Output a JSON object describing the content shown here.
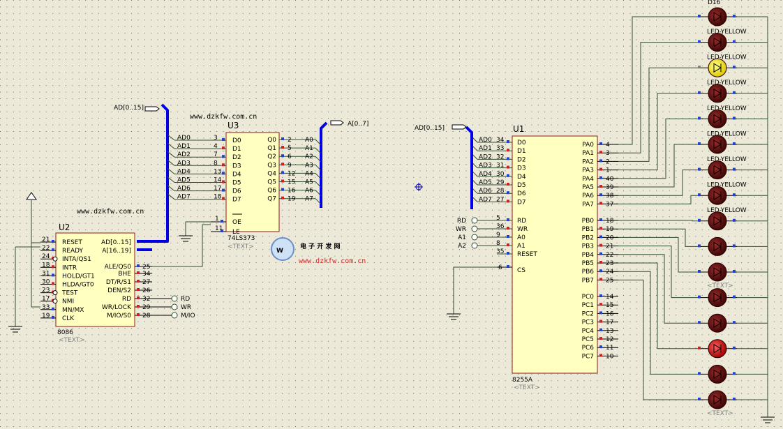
{
  "watermarks": {
    "top": "www.dzkfw.com.cn",
    "left": "www.dzkfw.com.cn",
    "center_cn": "电 子 开 发 网",
    "center_url": "www.dzkfw.com.cn"
  },
  "buses": {
    "ad_left": "AD[0..15]",
    "a_out": "A[0..7]",
    "ad_right": "AD[0..15]"
  },
  "u3": {
    "ref": "U3",
    "part": "74LS373",
    "text": "<TEXT>",
    "left_pins": [
      {
        "net": "AD0",
        "num": "3",
        "name": "D0"
      },
      {
        "net": "AD1",
        "num": "4",
        "name": "D1"
      },
      {
        "net": "AD2",
        "num": "7",
        "name": "D2"
      },
      {
        "net": "AD3",
        "num": "8",
        "name": "D3"
      },
      {
        "net": "AD4",
        "num": "13",
        "name": "D4"
      },
      {
        "net": "AD5",
        "num": "14",
        "name": "D5"
      },
      {
        "net": "AD6",
        "num": "17",
        "name": "D6"
      },
      {
        "net": "AD7",
        "num": "18",
        "name": "D7"
      }
    ],
    "right_pins": [
      {
        "net": "A0",
        "num": "2",
        "name": "Q0"
      },
      {
        "net": "A1",
        "num": "5",
        "name": "Q1"
      },
      {
        "net": "A2",
        "num": "6",
        "name": "Q2"
      },
      {
        "net": "A3",
        "num": "9",
        "name": "Q3"
      },
      {
        "net": "A4",
        "num": "12",
        "name": "Q4"
      },
      {
        "net": "A5",
        "num": "15",
        "name": "Q5"
      },
      {
        "net": "A6",
        "num": "16",
        "name": "Q6"
      },
      {
        "net": "A7",
        "num": "19",
        "name": "Q7"
      }
    ],
    "oe": {
      "num": "1",
      "name": "OE"
    },
    "le": {
      "num": "11",
      "name": "LE"
    }
  },
  "u2": {
    "ref": "U2",
    "part": "8086",
    "text": "<TEXT>",
    "left_pins": [
      {
        "num": "21",
        "name": "RESET"
      },
      {
        "num": "22",
        "name": "READY"
      },
      {
        "num": "24",
        "name": "INTA/QS1"
      },
      {
        "num": "18",
        "name": "INTR"
      },
      {
        "num": "31",
        "name": "HOLD/GT1"
      },
      {
        "num": "30",
        "name": "HLDA/GT0"
      },
      {
        "num": "23",
        "name": "TEST"
      },
      {
        "num": "17",
        "name": "NMI"
      },
      {
        "num": "33",
        "name": "MN/MX"
      },
      {
        "num": "19",
        "name": "CLK"
      }
    ],
    "right_pins": [
      {
        "num": "",
        "name": "AD[0..15]"
      },
      {
        "num": "",
        "name": "A[16..19]"
      },
      {
        "num": "25",
        "name": "ALE/QS0"
      },
      {
        "num": "34",
        "name": "BHE"
      },
      {
        "num": "27",
        "name": "DT/R/S1"
      },
      {
        "num": "26",
        "name": "DEN/S2"
      },
      {
        "num": "32",
        "name": "RD"
      },
      {
        "num": "29",
        "name": "WR/LOCK"
      },
      {
        "num": "28",
        "name": "M/IO/S0"
      }
    ],
    "outputs": [
      "RD",
      "WR",
      "M/IO"
    ]
  },
  "u1": {
    "ref": "U1",
    "part": "8255A",
    "text": "<TEXT>",
    "data_pins": [
      {
        "net": "AD0",
        "num": "34",
        "name": "D0"
      },
      {
        "net": "AD1",
        "num": "33",
        "name": "D1"
      },
      {
        "net": "AD2",
        "num": "32",
        "name": "D2"
      },
      {
        "net": "AD3",
        "num": "31",
        "name": "D3"
      },
      {
        "net": "AD4",
        "num": "30",
        "name": "D4"
      },
      {
        "net": "AD5",
        "num": "29",
        "name": "D5"
      },
      {
        "net": "AD6",
        "num": "28",
        "name": "D6"
      },
      {
        "net": "AD7",
        "num": "27",
        "name": "D7"
      }
    ],
    "ctrl_pins": [
      {
        "net": "RD",
        "num": "5",
        "name": "RD"
      },
      {
        "net": "WR",
        "num": "36",
        "name": "WR"
      },
      {
        "net": "A1",
        "num": "9",
        "name": "A0"
      },
      {
        "net": "A2",
        "num": "8",
        "name": "A1"
      },
      {
        "net": "",
        "num": "35",
        "name": "RESET"
      }
    ],
    "cs": {
      "num": "6",
      "name": "CS"
    },
    "pa": [
      {
        "num": "4",
        "name": "PA0"
      },
      {
        "num": "3",
        "name": "PA1"
      },
      {
        "num": "2",
        "name": "PA2"
      },
      {
        "num": "1",
        "name": "PA3"
      },
      {
        "num": "40",
        "name": "PA4"
      },
      {
        "num": "39",
        "name": "PA5"
      },
      {
        "num": "38",
        "name": "PA6"
      },
      {
        "num": "37",
        "name": "PA7"
      }
    ],
    "pb": [
      {
        "num": "18",
        "name": "PB0"
      },
      {
        "num": "19",
        "name": "PB1"
      },
      {
        "num": "20",
        "name": "PB2"
      },
      {
        "num": "21",
        "name": "PB3"
      },
      {
        "num": "22",
        "name": "PB4"
      },
      {
        "num": "23",
        "name": "PB5"
      },
      {
        "num": "24",
        "name": "PB6"
      },
      {
        "num": "25",
        "name": "PB7"
      }
    ],
    "pc": [
      {
        "num": "14",
        "name": "PC0"
      },
      {
        "num": "15",
        "name": "PC1"
      },
      {
        "num": "16",
        "name": "PC2"
      },
      {
        "num": "17",
        "name": "PC3"
      },
      {
        "num": "13",
        "name": "PC4"
      },
      {
        "num": "12",
        "name": "PC5"
      },
      {
        "num": "11",
        "name": "PC6"
      },
      {
        "num": "10",
        "name": "PC7"
      }
    ]
  },
  "leds": {
    "top_ref": "D16",
    "label": "LED-YELLOW",
    "text": "<TEXT>",
    "lit_yellow_index": 2,
    "lit_red_index": 13,
    "count": 16,
    "colors": {
      "off": "#5a0e0e",
      "yellow": "#ffee00",
      "red": "#d40000"
    }
  }
}
